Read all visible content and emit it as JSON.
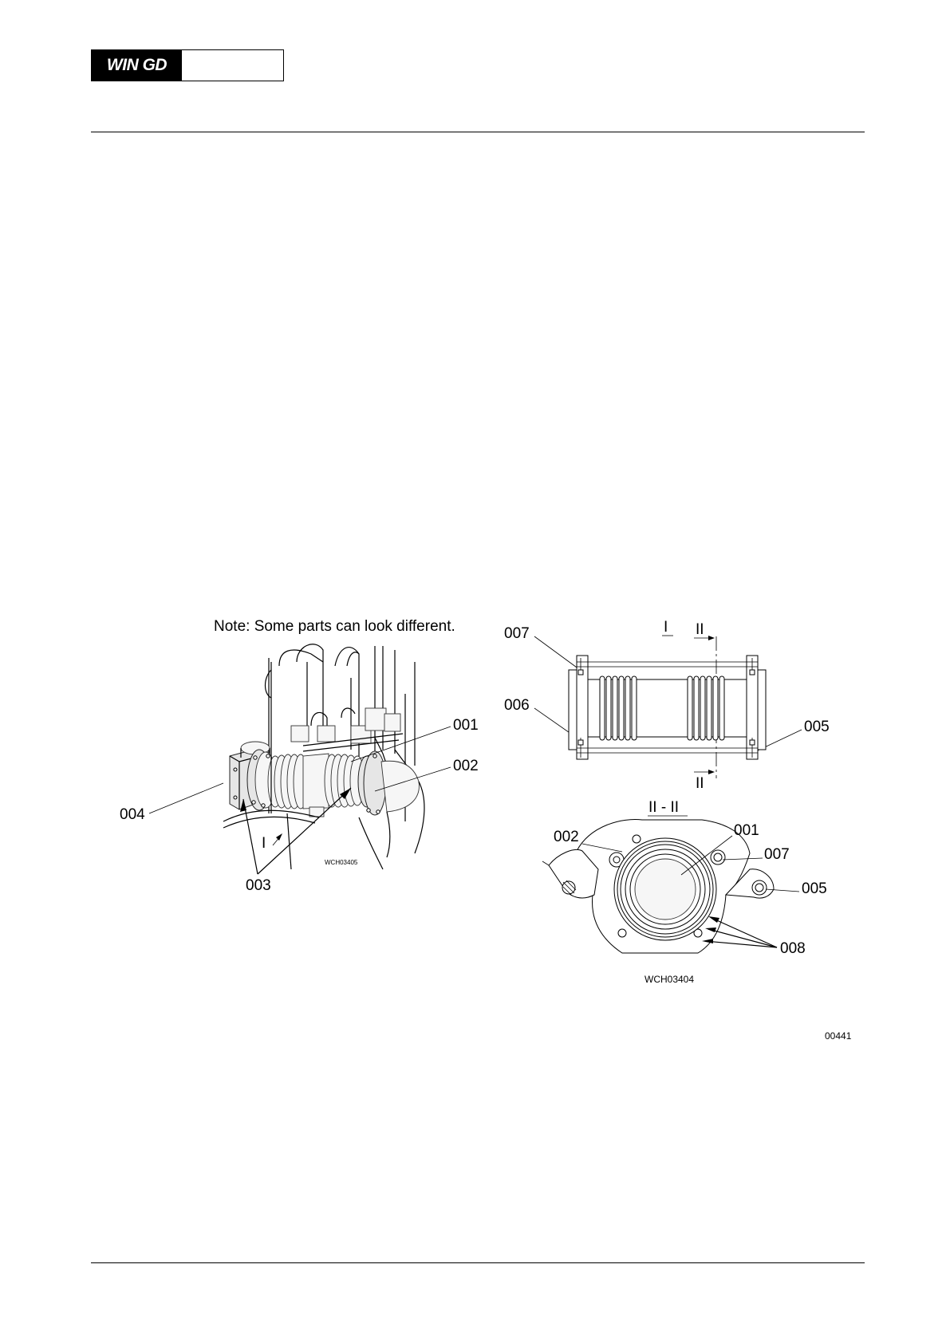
{
  "header": {
    "logo_text": "WIN GD"
  },
  "figure": {
    "note": "Note: Some parts can look different.",
    "photo_ref": "WCH03405",
    "drawing_ref": "WCH03404",
    "figure_number": "00441",
    "view_label_I": "I",
    "section_label_II": "II",
    "section_title": "II - II",
    "left_view": {
      "callouts": [
        "001",
        "002",
        "003",
        "004"
      ],
      "view_arrow": "I"
    },
    "top_right_view": {
      "callouts": [
        "007",
        "006",
        "005"
      ]
    },
    "section_view": {
      "callouts": [
        "002",
        "001",
        "007",
        "005",
        "008"
      ]
    }
  }
}
